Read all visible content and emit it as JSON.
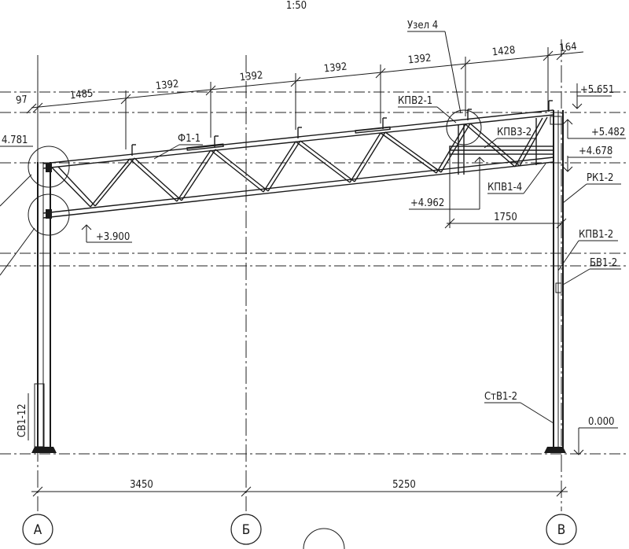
{
  "scale": "1:50",
  "axes": [
    {
      "id": "axis-a",
      "label": "А"
    },
    {
      "id": "axis-b",
      "label": "Б"
    },
    {
      "id": "axis-v",
      "label": "В"
    }
  ],
  "spans": {
    "a_b": "3450",
    "b_v": "5250"
  },
  "top_dims": [
    "97",
    "1485",
    "1392",
    "1392",
    "1392",
    "1392",
    "1428",
    "164"
  ],
  "dim_1750": "1750",
  "levels": {
    "l5651": "+5.651",
    "l5482": "+5.482",
    "l4678": "+4.678",
    "l4962": "+4.962",
    "l4781": "4.781",
    "l3900": "+3.900",
    "l0000": "0.000"
  },
  "labels": {
    "uzel4": "Узел 4",
    "kpv2_1": "КПВ2-1",
    "f1_1": "Ф1-1",
    "kpv3_2": "КПВ3-2",
    "kpv1_4": "КПВ1-4",
    "rk1_2": "РК1-2",
    "kpv1_2": "КПВ1-2",
    "bv1_2": "БВ1-2",
    "stv1_2": "СтВ1-2",
    "sv1_12": "СВ1-12"
  }
}
